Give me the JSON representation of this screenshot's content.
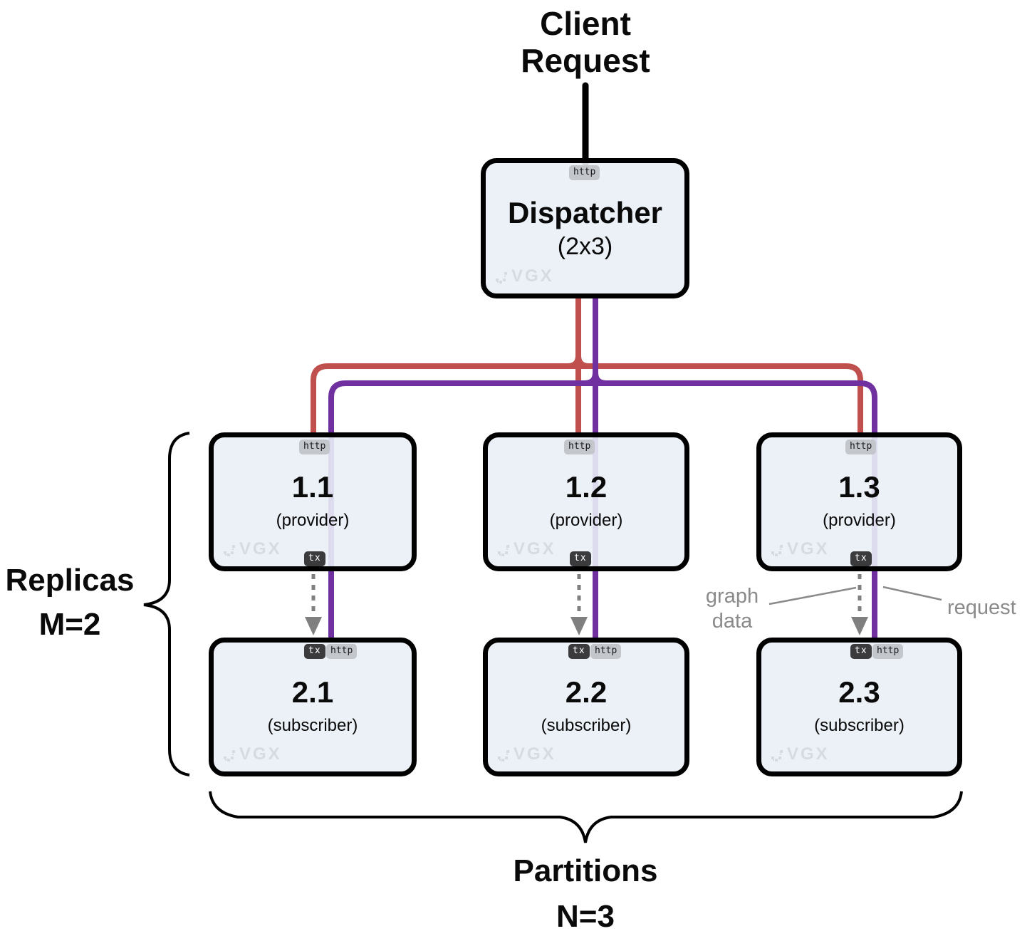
{
  "colors": {
    "client_line": "#000000",
    "dispatch_fanout": "#C0504D",
    "request_line": "#7030A0",
    "tx_line": "#7F7F7F",
    "node_fill": "#E9EFF6",
    "node_border": "#000000",
    "port_http_bg": "#C3C6CB",
    "port_tx_bg": "#3B3B3D",
    "watermark": "#D7DBE0",
    "annotation": "#8A8A8A",
    "brace": "#000000"
  },
  "client": {
    "label": "Client\nRequest"
  },
  "dispatcher": {
    "title": "Dispatcher",
    "subtitle": "(2x3)"
  },
  "ports": {
    "http": "http",
    "tx": "tx"
  },
  "providers": [
    {
      "id": "1.1",
      "role": "(provider)"
    },
    {
      "id": "1.2",
      "role": "(provider)"
    },
    {
      "id": "1.3",
      "role": "(provider)"
    }
  ],
  "subscribers": [
    {
      "id": "2.1",
      "role": "(subscriber)"
    },
    {
      "id": "2.2",
      "role": "(subscriber)"
    },
    {
      "id": "2.3",
      "role": "(subscriber)"
    }
  ],
  "annotations": {
    "graph_data": "graph\ndata",
    "request": "request"
  },
  "replicas": {
    "label": "Replicas",
    "value": "M=2"
  },
  "partitions": {
    "label": "Partitions",
    "value": "N=3"
  },
  "watermark": {
    "label": "VGX"
  }
}
